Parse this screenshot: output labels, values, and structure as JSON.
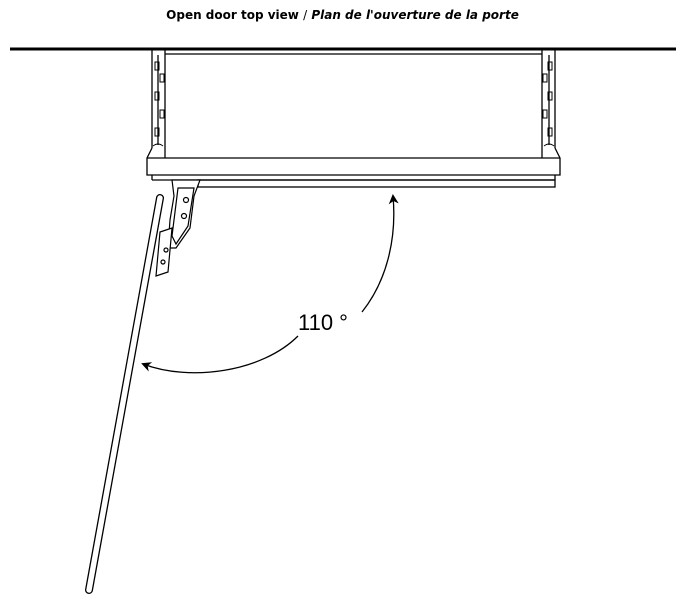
{
  "title": {
    "english": "Open door top view",
    "separator": "/",
    "french": "Plan de l'ouverture de la porte"
  },
  "angle": {
    "label": "110 °",
    "value_degrees": 110
  },
  "colors": {
    "line": "#000000",
    "background": "#ffffff"
  }
}
